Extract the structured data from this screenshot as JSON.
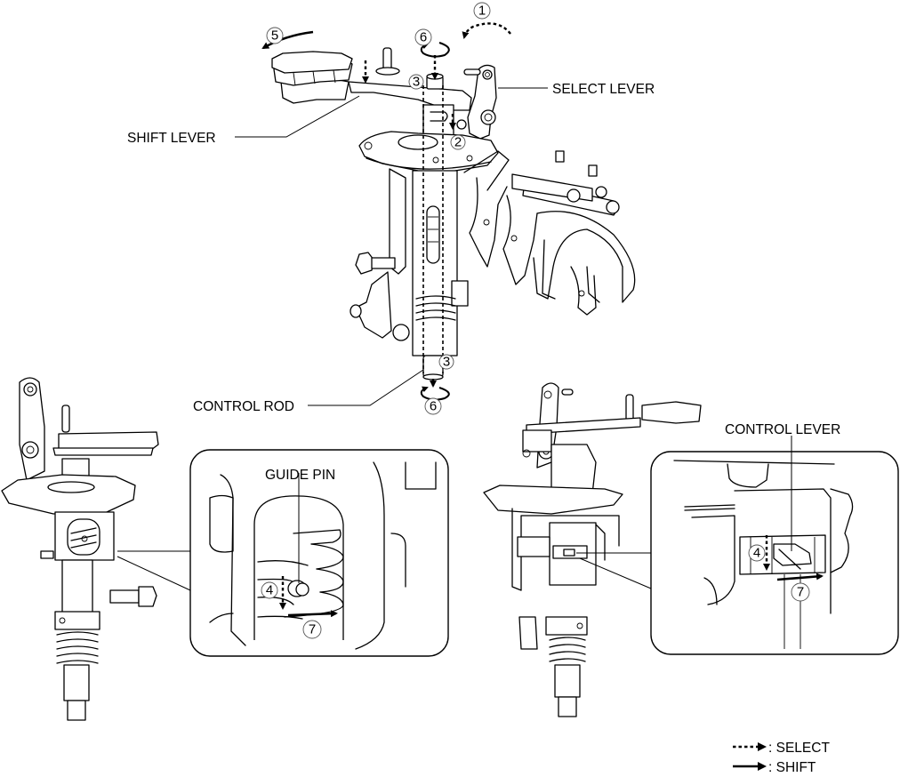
{
  "diagram": {
    "labels": {
      "select_lever": "SELECT LEVER",
      "shift_lever": "SHIFT LEVER",
      "control_rod": "CONTROL ROD",
      "guide_pin": "GUIDE PIN",
      "control_lever": "CONTROL LEVER"
    },
    "callouts": {
      "c1": "1",
      "c2": "2",
      "c3_top": "3",
      "c3_bottom": "3",
      "c4_left": "4",
      "c4_right": "4",
      "c5": "5",
      "c6_top": "6",
      "c6_bottom": "6",
      "c7_left": "7",
      "c7_right": "7"
    },
    "legend": [
      {
        "style": "dotted-arrow",
        "label": ": SELECT"
      },
      {
        "style": "solid-arrow",
        "label": ": SHIFT"
      }
    ]
  }
}
